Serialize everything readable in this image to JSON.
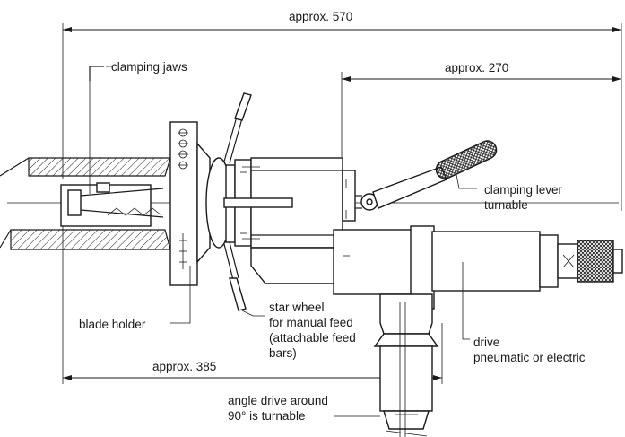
{
  "dimensions": {
    "overall": "approx. 570",
    "rear": "approx. 270",
    "front": "approx. 385"
  },
  "labels": {
    "clamping_jaws": "clamping jaws",
    "clamping_lever": [
      "clamping lever",
      "turnable"
    ],
    "blade_holder": "blade holder",
    "star_wheel": [
      "star wheel",
      "for manual feed",
      "(attachable feed",
      "bars)"
    ],
    "drive": [
      "drive",
      "pneumatic or electric"
    ],
    "angle_drive": [
      "angle drive around",
      "90° is turnable"
    ]
  }
}
